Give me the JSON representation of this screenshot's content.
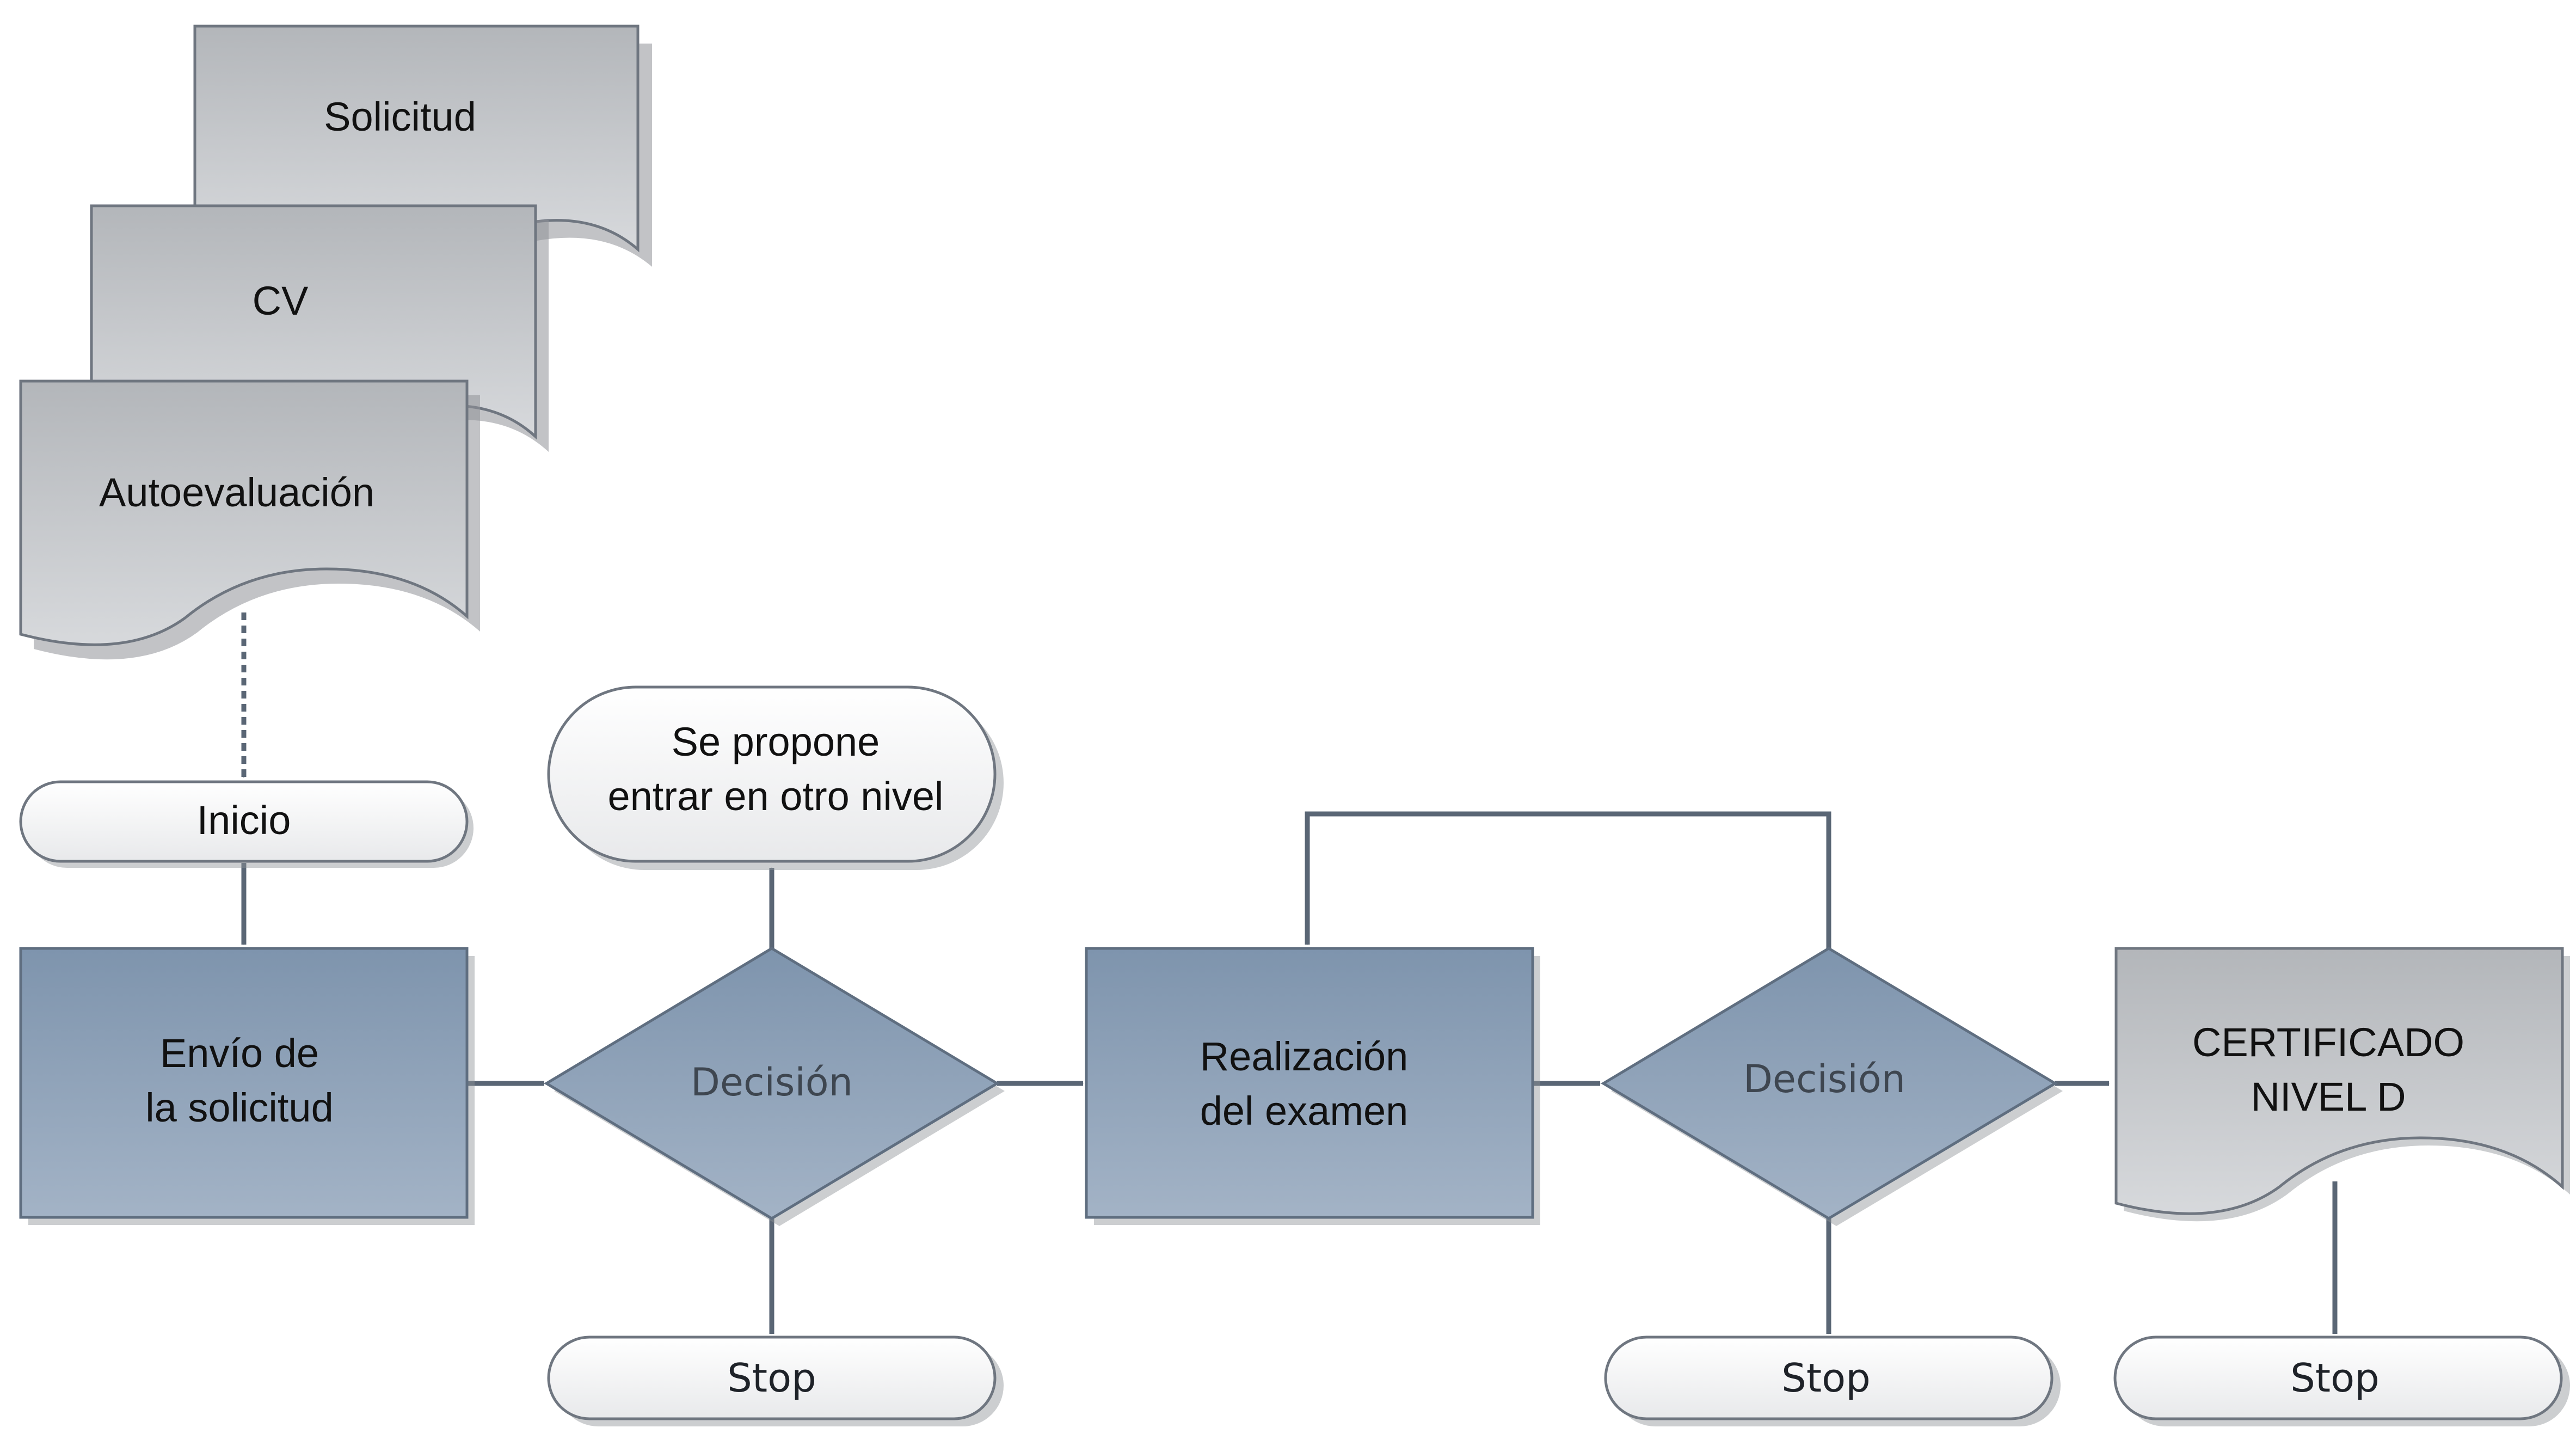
{
  "diagram": {
    "documents": {
      "solicitud": "Solicitud",
      "cv": "CV",
      "autoevaluacion": "Autoevaluación",
      "certificado_line1": "CERTIFICADO",
      "certificado_line2": "NIVEL D"
    },
    "terminals": {
      "inicio": "Inicio",
      "otro_nivel_line1": "Se propone",
      "otro_nivel_line2": "entrar en otro nivel",
      "stop": "Stop"
    },
    "processes": {
      "envio_line1": "Envío de",
      "envio_line2": "la solicitud",
      "examen_line1": "Realización",
      "examen_line2": "del examen"
    },
    "decisions": {
      "decision": "Decisión"
    },
    "colors": {
      "document_fill": "#c2c5c9",
      "process_fill": "#8a9fb6",
      "terminal_fill": "#f2f2f2",
      "connector": "#5a6675"
    }
  }
}
